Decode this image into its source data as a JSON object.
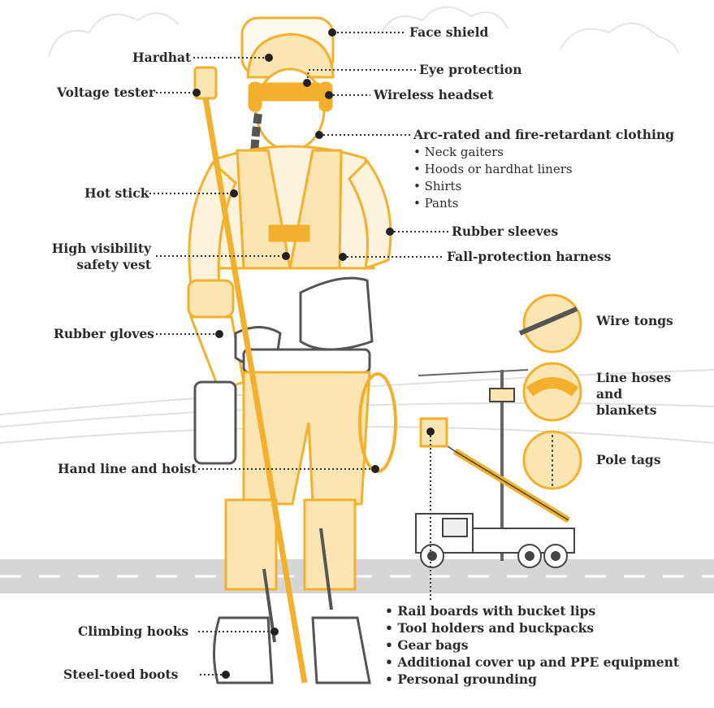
{
  "colors": {
    "accent": "#f2b02c",
    "accent_light": "#fbe6b3",
    "line": "#333333",
    "ink": "#2b2b2b",
    "road": "#d6d6d6"
  },
  "labels": {
    "face_shield": "Face shield",
    "hardhat": "Hardhat",
    "eye_protection": "Eye protection",
    "voltage_tester": "Voltage tester",
    "wireless_headset": "Wireless headset",
    "arc_rated_clothing": "Arc-rated and fire-retardant clothing",
    "hot_stick": "Hot stick",
    "rubber_sleeves": "Rubber sleeves",
    "hi_vis_line1": "High visibility",
    "hi_vis_line2": "safety vest",
    "fall_protection": "Fall-protection harness",
    "rubber_gloves": "Rubber gloves",
    "wire_tongs": "Wire tongs",
    "line_hoses_1": "Line hoses",
    "line_hoses_2": "and",
    "line_hoses_3": "blankets",
    "pole_tags": "Pole tags",
    "hand_line": "Hand line and hoist",
    "climbing_hooks": "Climbing hooks",
    "steel_toed_boots": "Steel-toed boots"
  },
  "clothing_items": [
    "Neck gaiters",
    "Hoods or hardhat liners",
    "Shirts",
    "Pants"
  ],
  "bucket_items": [
    "Rail boards with bucket lips",
    "Tool holders and buckpacks",
    "Gear bags",
    "Additional cover up and PPE equipment",
    "Personal grounding"
  ],
  "icons": {
    "wire_tongs": "wire-tongs-icon",
    "line_hoses": "line-hose-icon",
    "pole_tags": "pole-tag-icon"
  }
}
